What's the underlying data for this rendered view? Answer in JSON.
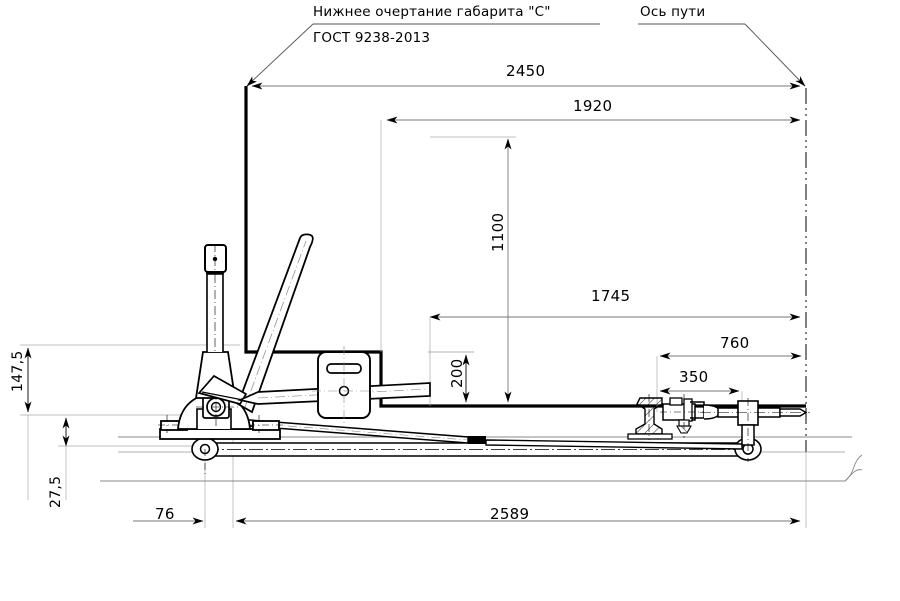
{
  "drawing": {
    "type": "engineering-drawing",
    "subject": "Railway switch stand clearance diagram",
    "units": "mm"
  },
  "annotations": {
    "gauge_title_line1": "Нижнее очертание габарита \"С\"",
    "gauge_title_line2": "ГОСТ 9238-2013",
    "track_axis_label": "Ось пути"
  },
  "dimensions": {
    "horizontal": [
      {
        "name": "overall-gauge-width",
        "value": "2450"
      },
      {
        "name": "gauge-step-width",
        "value": "1920"
      },
      {
        "name": "rod-span",
        "value": "1745"
      },
      {
        "name": "outer-offset",
        "value": "760"
      },
      {
        "name": "inner-offset",
        "value": "350"
      },
      {
        "name": "base-offset",
        "value": "76"
      },
      {
        "name": "total-length",
        "value": "2589"
      }
    ],
    "vertical": [
      {
        "name": "gauge-height",
        "value": "1100"
      },
      {
        "name": "gauge-step-height",
        "value": "200"
      },
      {
        "name": "stand-base-height",
        "value": "147,5"
      },
      {
        "name": "rail-head-height",
        "value": "27,5"
      }
    ]
  },
  "colors": {
    "outline": "#000000",
    "dimension_line": "#808080",
    "thin_line": "#9a9a9a",
    "background": "#ffffff"
  }
}
